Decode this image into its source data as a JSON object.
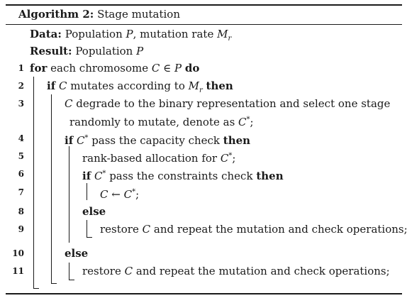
{
  "algorithm": {
    "title_label": "Algorithm 2:",
    "title_text": "Stage mutation"
  },
  "io": {
    "data_label": "Data:",
    "data_text_1": "Population",
    "data_var_p": "P",
    "data_text_2": ", mutation rate",
    "data_var_m": "M",
    "data_sub_r": "r",
    "result_label": "Result:",
    "result_text": "Population",
    "result_var_p": "P"
  },
  "lines": [
    {
      "no": "1",
      "kw1": "for",
      "text1": " each chromosome ",
      "var": "C ∈ P",
      "kw2": "do"
    },
    {
      "no": "2",
      "kw1": "if",
      "var1": "C",
      "text1": " mutates according to ",
      "var2": "M",
      "sub": "r",
      "kw2": "then"
    },
    {
      "no": "3",
      "var": "C",
      "text1": " degrade to the binary representation and select one stage",
      "text2": "randomly to mutate, denote as ",
      "var2": "C",
      "sup": "*",
      "end": ";"
    },
    {
      "no": "4",
      "kw1": "if",
      "var": "C",
      "sup": "*",
      "text1": " pass the capacity check ",
      "kw2": "then"
    },
    {
      "no": "5",
      "text1": "rank-based allocation for ",
      "var": "C",
      "sup": "*",
      "end": ";"
    },
    {
      "no": "6",
      "kw1": "if",
      "var": "C",
      "sup": "*",
      "text1": " pass the constraints check ",
      "kw2": "then"
    },
    {
      "no": "7",
      "var": "C",
      "arrow": " ← ",
      "var2": "C",
      "sup": "*",
      "end": ";"
    },
    {
      "no": "8",
      "kw1": "else"
    },
    {
      "no": "9",
      "text1": "restore ",
      "var": "C",
      "text2": " and repeat the mutation and check operations;"
    },
    {
      "no": "10",
      "kw1": "else"
    },
    {
      "no": "11",
      "text1": "restore ",
      "var": "C",
      "text2": " and repeat the mutation and check operations;"
    }
  ]
}
